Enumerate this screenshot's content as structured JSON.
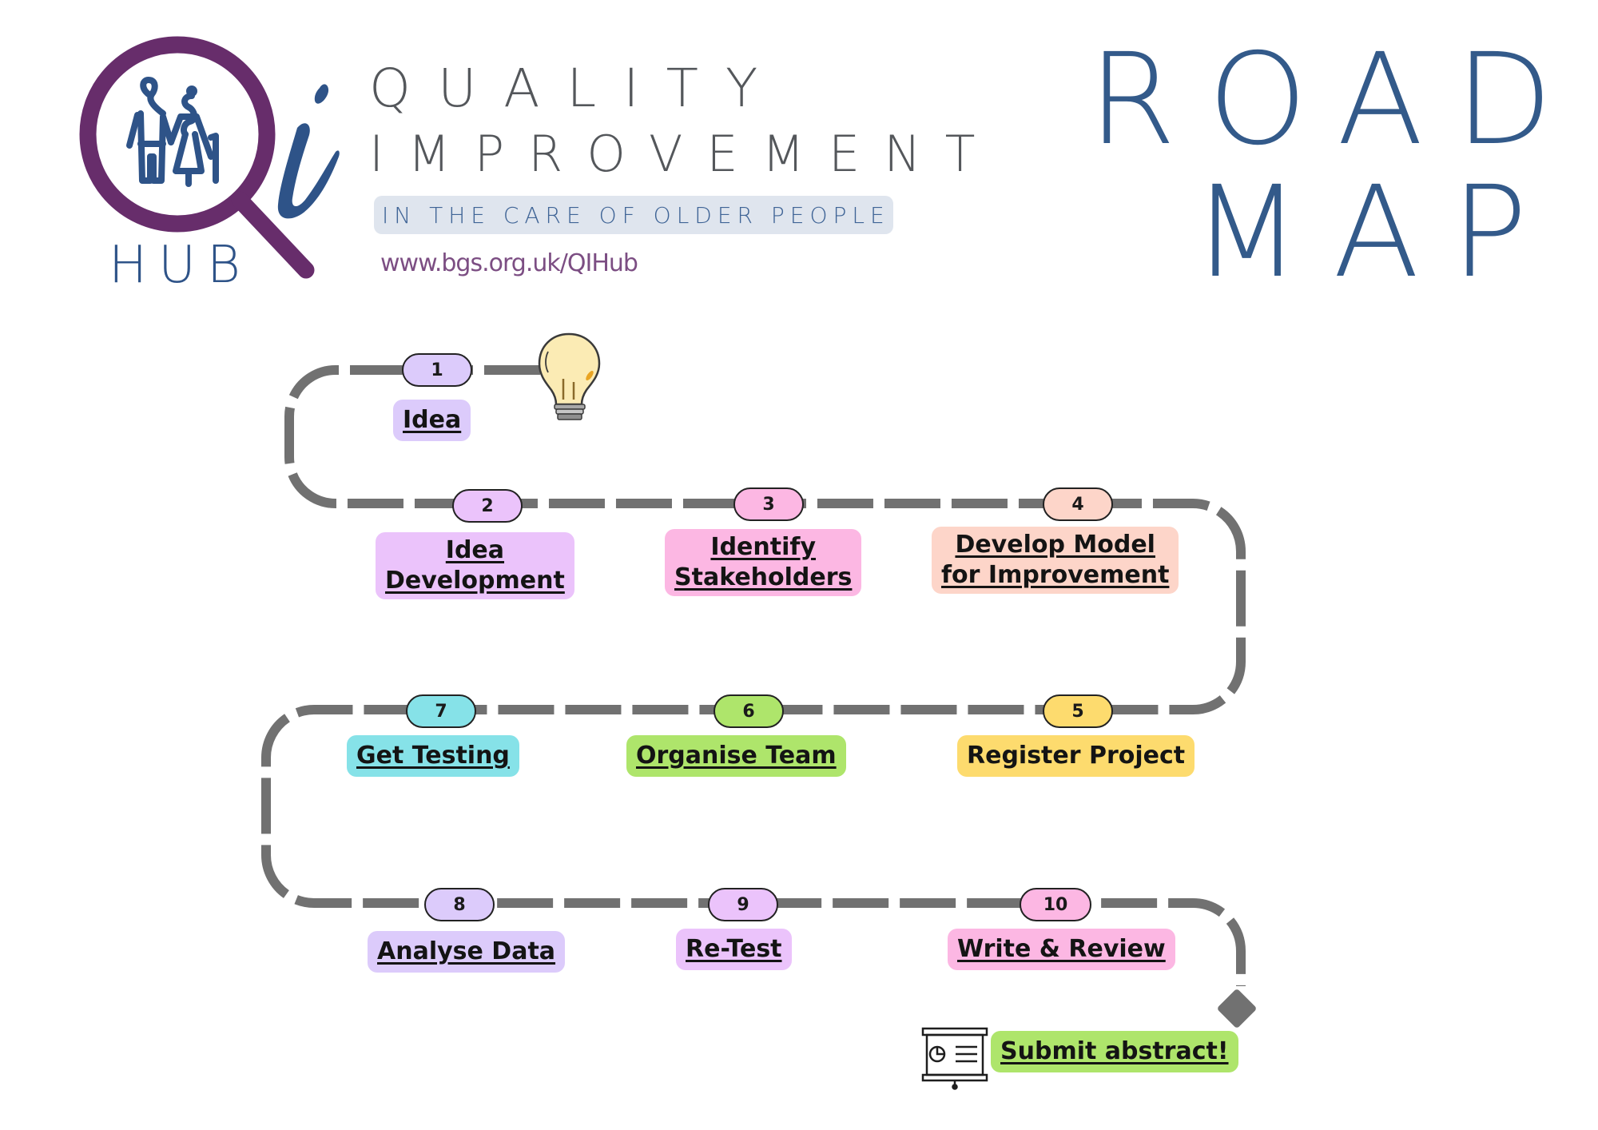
{
  "brand": {
    "logo_letter": "i",
    "hub": "HUB",
    "line1": "QUALITY",
    "line2": "IMPROVEMENT",
    "tagline": "IN THE CARE OF OLDER PEOPLE",
    "url": "www.bgs.org.uk/QIHub",
    "colors": {
      "purple": "#672D6B",
      "blue": "#2E5388",
      "grey_text": "#54575B",
      "tagline_bg": "#DFE5EE"
    }
  },
  "title": {
    "line1": "ROAD",
    "line2": "MAP",
    "color": "#335A8A"
  },
  "road": {
    "color": "#717171"
  },
  "steps": [
    {
      "number": "1",
      "label": "Idea",
      "pill_color": "#DCCBFB",
      "label_color": "#DCCBFB",
      "underlined": true
    },
    {
      "number": "2",
      "label_line1": "Idea",
      "label_line2": "Development",
      "pill_color": "#EBC3FB",
      "label_color": "#EBC3FB",
      "underlined": true
    },
    {
      "number": "3",
      "label_line1": "Identify",
      "label_line2": "Stakeholders",
      "pill_color": "#FCB7E3",
      "label_color": "#FCB7E3",
      "underlined": true
    },
    {
      "number": "4",
      "label_line1": "Develop Model",
      "label_line2": "for Improvement",
      "pill_color": "#FDD5C9",
      "label_color": "#FDD5C9",
      "underlined": true
    },
    {
      "number": "5",
      "label": "Register Project",
      "pill_color": "#FDDB6E",
      "label_color": "#FDDB6E",
      "underlined": false
    },
    {
      "number": "6",
      "label": "Organise Team",
      "pill_color": "#AEE56B",
      "label_color": "#AEE56B",
      "underlined": true
    },
    {
      "number": "7",
      "label": "Get Testing",
      "pill_color": "#86E2E8",
      "label_color": "#86E2E8",
      "underlined": true
    },
    {
      "number": "8",
      "label": "Analyse Data",
      "pill_color": "#DCCBFB",
      "label_color": "#DCCBFB",
      "underlined": true
    },
    {
      "number": "9",
      "label": "Re-Test",
      "pill_color": "#EBC3FB",
      "label_color": "#EBC3FB",
      "underlined": true
    },
    {
      "number": "10",
      "label": "Write & Review",
      "pill_color": "#FCB7E3",
      "label_color": "#FCB7E3",
      "underlined": true
    }
  ],
  "finish": {
    "label": "Submit abstract!",
    "label_color": "#AEE56B",
    "icon": "presentation-board-icon",
    "marker": "diamond-icon"
  },
  "icons": {
    "start": "lightbulb-icon",
    "logo": "magnifier-elderly-couple-icon"
  }
}
